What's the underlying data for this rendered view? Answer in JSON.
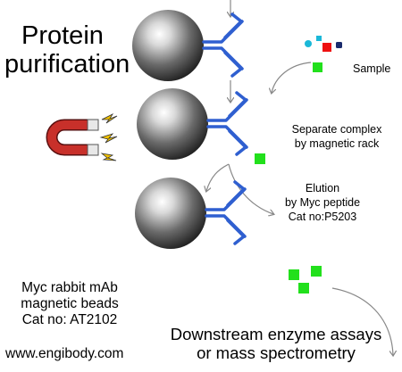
{
  "title": {
    "line1": "Protein",
    "line2": "purification"
  },
  "labels": {
    "sample": "Sample",
    "separate": {
      "line1": "Separate complex",
      "line2": "by magnetic rack"
    },
    "elution": {
      "line1": "Elution",
      "line2": "by Myc peptide",
      "line3": "Cat no:P5203"
    },
    "product": {
      "line1": "Myc rabbit mAb",
      "line2": "magnetic beads",
      "line3": "Cat no: AT2102"
    },
    "downstream": {
      "line1": "Downstream enzyme assays",
      "line2": "or mass spectrometry"
    },
    "website": "www.engibody.com"
  },
  "colors": {
    "antibody": "#2f5fd0",
    "target_protein": "#22e01c",
    "bead_dark": "#1a1a1a",
    "magnet": "#c8302a",
    "spark": "#f2c200",
    "contaminant_red": "#ee1111",
    "contaminant_cyan": "#1ab8d8",
    "contaminant_navy": "#1a2a6c"
  },
  "icons": [
    "magnetic-bead-icon",
    "antibody-icon",
    "magnet-icon",
    "spark-icon",
    "arrow-icon",
    "protein-square-icon"
  ]
}
